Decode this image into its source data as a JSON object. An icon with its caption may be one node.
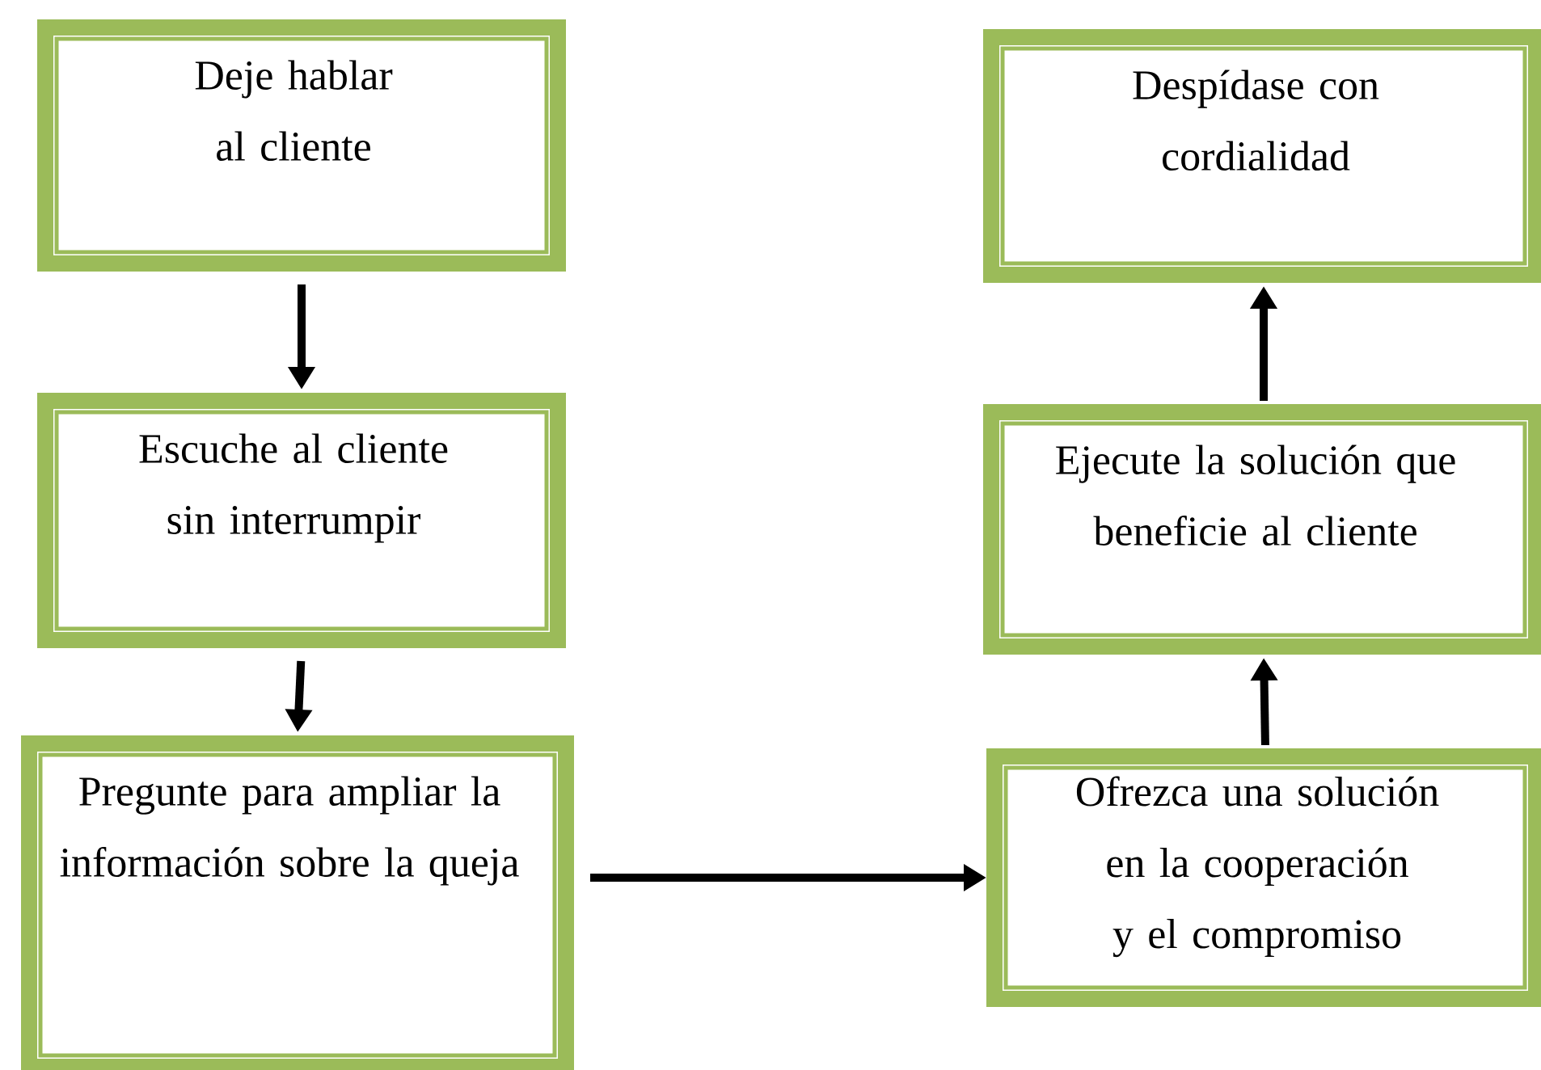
{
  "diagram": {
    "nodes": [
      {
        "text": [
          "Deje hablar al cliente"
        ]
      },
      {
        "text": [
          "Escuche al cliente sin interrumpir"
        ]
      },
      {
        "text": [
          "Pregunte para ampliar la información sobre la queja"
        ]
      },
      {
        "text": [
          "Despídase con cordialidad"
        ]
      },
      {
        "text": [
          "Ejecute la solución que beneficie al cliente"
        ]
      },
      {
        "text": [
          "Ofrezca una solución en la cooperación y el compromiso"
        ]
      }
    ],
    "edges": [
      {
        "from": 0,
        "to": 1,
        "arrow": "to"
      },
      {
        "from": 1,
        "to": 2,
        "arrow": "to"
      },
      {
        "from": 2,
        "to": 5,
        "arrow": "to"
      },
      {
        "from": 5,
        "to": 4,
        "arrow": "to"
      },
      {
        "from": 4,
        "to": 3,
        "arrow": "to"
      }
    ]
  }
}
